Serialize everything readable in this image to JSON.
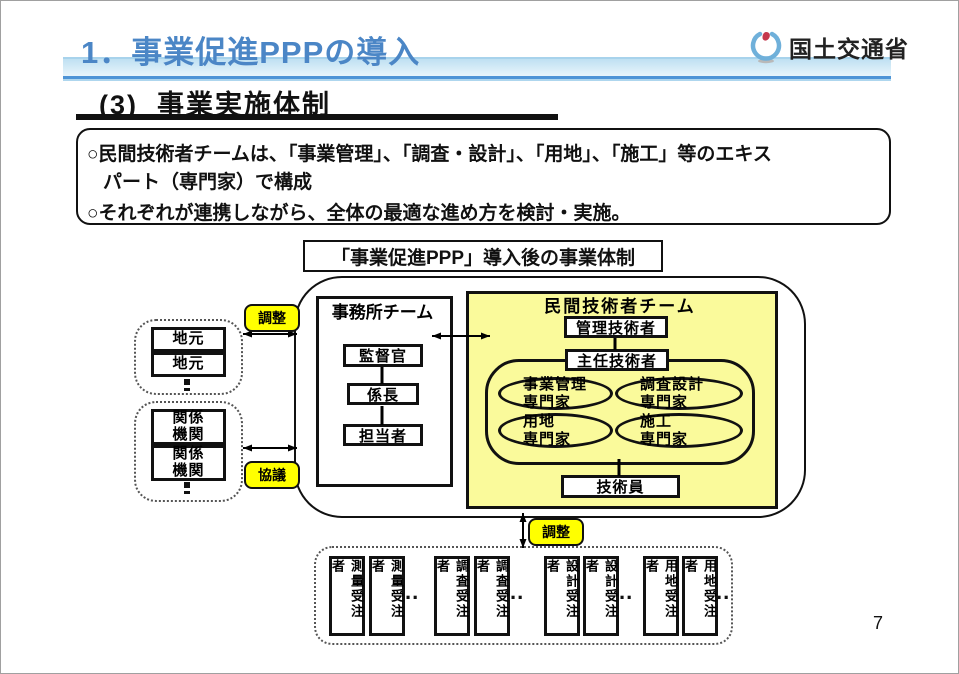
{
  "slide": {
    "title": "1．事業促進PPPの導入",
    "agency": "国土交通省",
    "subtitle": "(3)  事業実施体制",
    "page_number": "7"
  },
  "summary": {
    "point1_line1": "○民間技術者チームは、「事業管理」、「調査・設計」、「用地」、「施工」等のエキス",
    "point1_line2": "パート（専門家）で構成",
    "point2": "○それぞれが連携しながら、全体の最適な進め方を検討・実施。"
  },
  "diagram": {
    "caption": "「事業促進PPP」導入後の事業体制",
    "office_team": {
      "title": "事務所チーム",
      "members": [
        "監督官",
        "係長",
        "担当者"
      ]
    },
    "private_team": {
      "title": "民間技術者チーム",
      "manager": "管理技術者",
      "chief": "主任技術者",
      "experts": [
        "事業管理\n専門家",
        "調査設計\n専門家",
        "用地\n専門家",
        "施工\n専門家"
      ],
      "engineer": "技術員"
    },
    "left_groups": [
      {
        "items": [
          "地元",
          "地元"
        ]
      },
      {
        "items": [
          "関係\n機関",
          "関係\n機関"
        ]
      }
    ],
    "labels": {
      "coordination_top": "調整",
      "consultation": "協議",
      "coordination_bottom": "調整"
    },
    "contractors": [
      "測量受注者",
      "測量受注者",
      "調査受注者",
      "調査受注者",
      "設計受注者",
      "設計受注者",
      "用地受注者",
      "用地受注者"
    ],
    "ellipsis": ".."
  },
  "colors": {
    "title_blue": "#4b86c6",
    "band_blue_light": "#bfe0f2",
    "band_blue_line": "#4e94d6",
    "team_yellow": "#fafa9b",
    "label_yellow": "#ffff00",
    "logo_blue": "#6fb0da",
    "logo_red": "#c5384d"
  }
}
